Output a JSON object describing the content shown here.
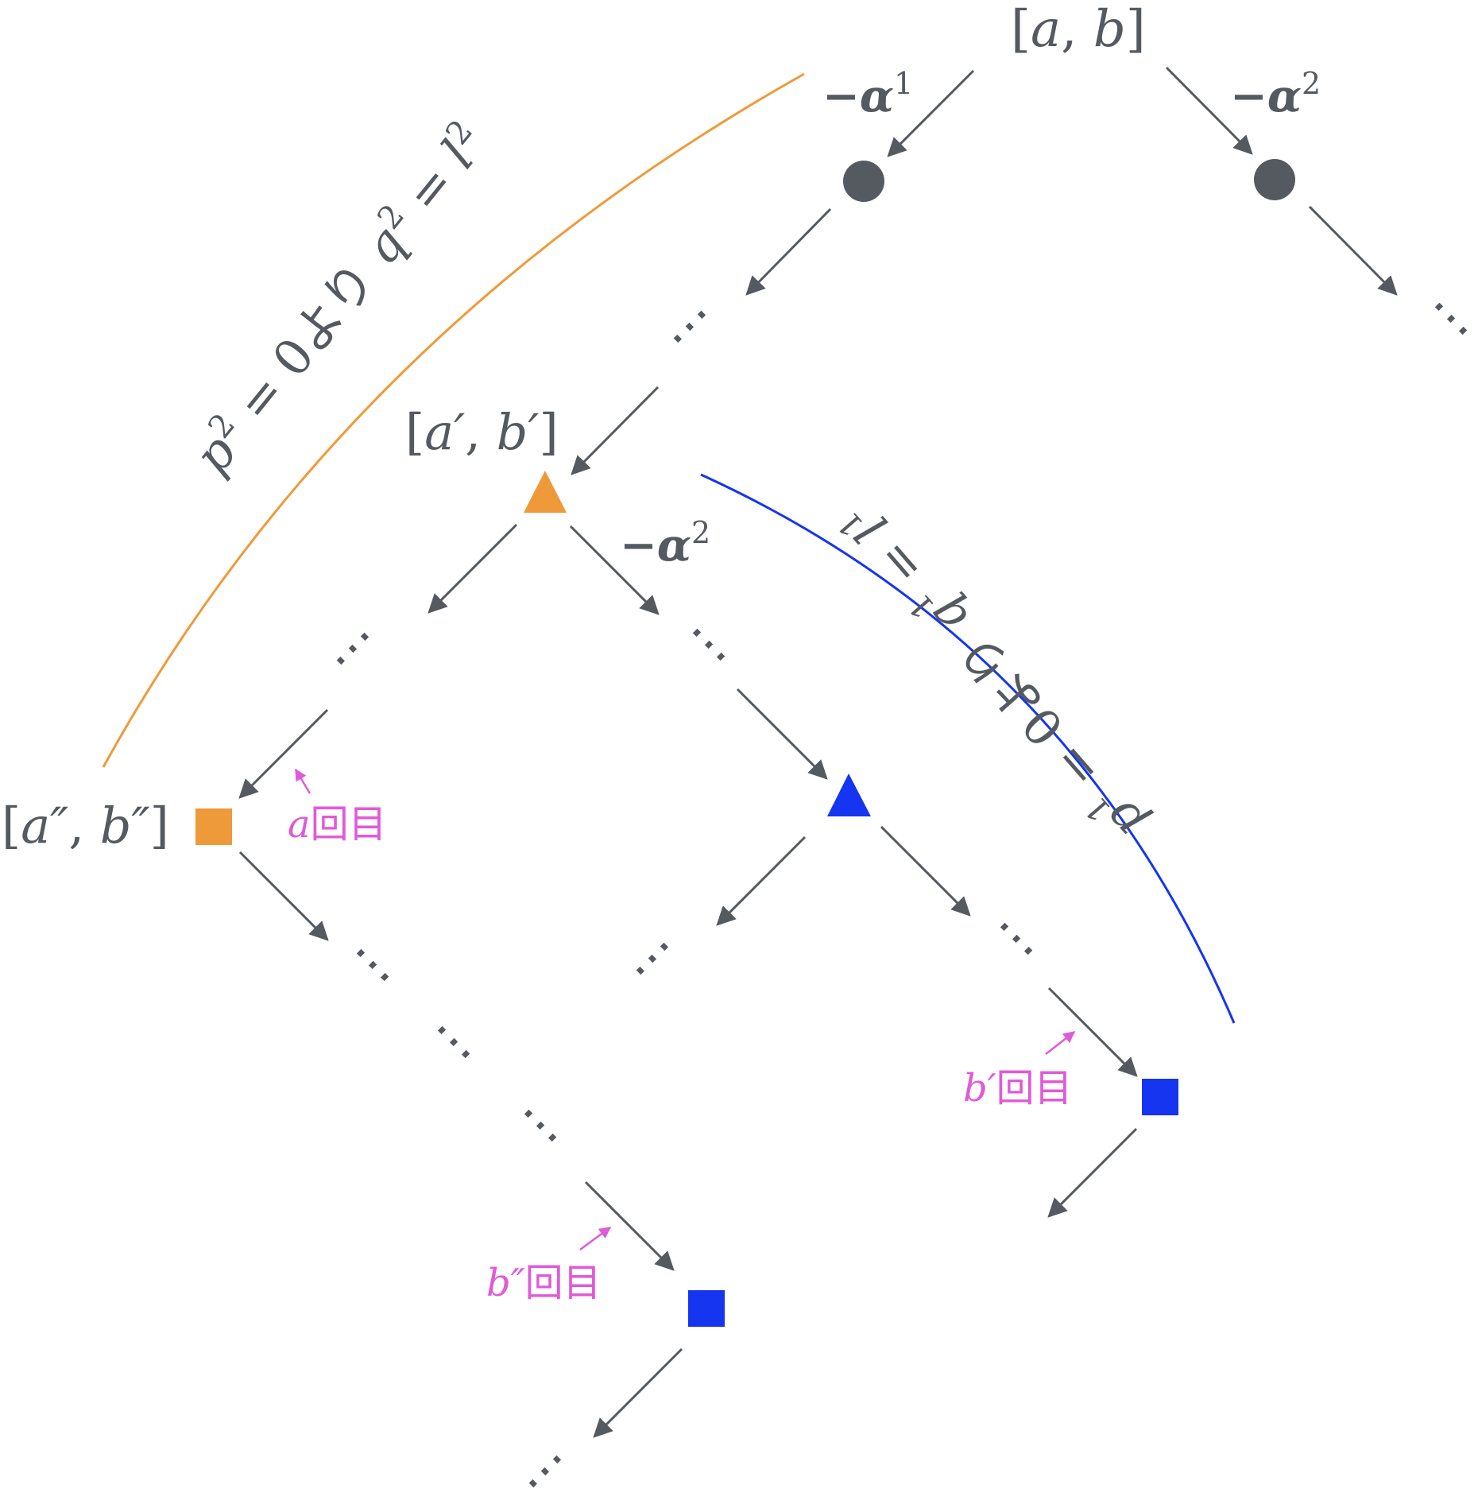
{
  "colors": {
    "ink": "#555a60",
    "orange": "#ef9a3a",
    "blue": "#1535f0",
    "magenta": "#e05ad8"
  },
  "labels": {
    "root": {
      "open": "[",
      "a": "a",
      "comma": ", ",
      "b": "b",
      "close": "]"
    },
    "mid": {
      "open": "[",
      "a": "a′",
      "comma": ", ",
      "b": "b′",
      "close": "]"
    },
    "low": {
      "open": "[",
      "a": "a″",
      "comma": ", ",
      "b": "b″",
      "close": "]"
    },
    "step1": {
      "minus": "−",
      "sym": "α",
      "sup": "1"
    },
    "step2": {
      "minus": "−",
      "sym": "α",
      "sup": "2"
    },
    "step3": {
      "minus": "−",
      "sym": "α",
      "sup": "2"
    },
    "curve_orange": {
      "p": "p",
      "psup": "2",
      "eq": " = 0より ",
      "q": "q",
      "qsup": "2",
      "eq2": " = ",
      "l": "l",
      "lsup": "2"
    },
    "curve_blue": {
      "p": "p",
      "psup": "1",
      "eq": " = 0より ",
      "q": "q",
      "qsup": "1",
      "eq2": " = ",
      "l": "l",
      "lsup": "1"
    },
    "count_a": {
      "var": "a",
      "text": "回目"
    },
    "count_b1": {
      "var": "b′",
      "text": "回目"
    },
    "count_b2": {
      "var": "b″",
      "text": "回目"
    },
    "ellipsis": "⋯"
  }
}
